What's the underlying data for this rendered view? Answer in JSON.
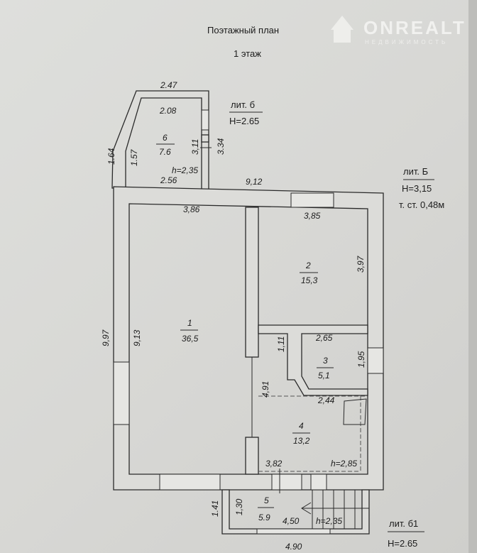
{
  "header": {
    "title": "Поэтажный план",
    "floor": "1 этаж"
  },
  "watermark": {
    "brand": "ONREALT",
    "tagline": "НЕДВИЖИМОСТЬ"
  },
  "blocks": [
    {
      "name": "лит. б",
      "height": "H=2.65"
    },
    {
      "name": "лит. Б",
      "height": "H=3,15",
      "wall": "т. ст. 0,48м"
    },
    {
      "name": "лит. б1",
      "height": "H=2.65"
    }
  ],
  "rooms": [
    {
      "number": "1",
      "area": "36,5"
    },
    {
      "number": "2",
      "area": "15,3"
    },
    {
      "number": "3",
      "area": "5,1"
    },
    {
      "number": "4",
      "area": "13,2",
      "ceiling": "h=2,85"
    },
    {
      "number": "5",
      "area": "5.9",
      "ceiling": "h=2,35"
    },
    {
      "number": "6",
      "area": "7.6",
      "ceiling": "h=2,35"
    }
  ],
  "dimensions": {
    "d247": "2.47",
    "d208": "2.08",
    "d164": "1.64",
    "d157": "1.57",
    "d311": "3,11",
    "d334": "3.34",
    "d256": "2.56",
    "d912": "9,12",
    "d386": "3,86",
    "d385": "3,85",
    "d397": "3,97",
    "d997": "9,97",
    "d913": "9,13",
    "d265": "2,65",
    "d111": "1,11",
    "d195": "1,95",
    "d491": "4,91",
    "d244": "2,44",
    "d382": "3,82",
    "d141": "1.41",
    "d130": "1,30",
    "d450": "4,50",
    "d490": "4.90"
  }
}
